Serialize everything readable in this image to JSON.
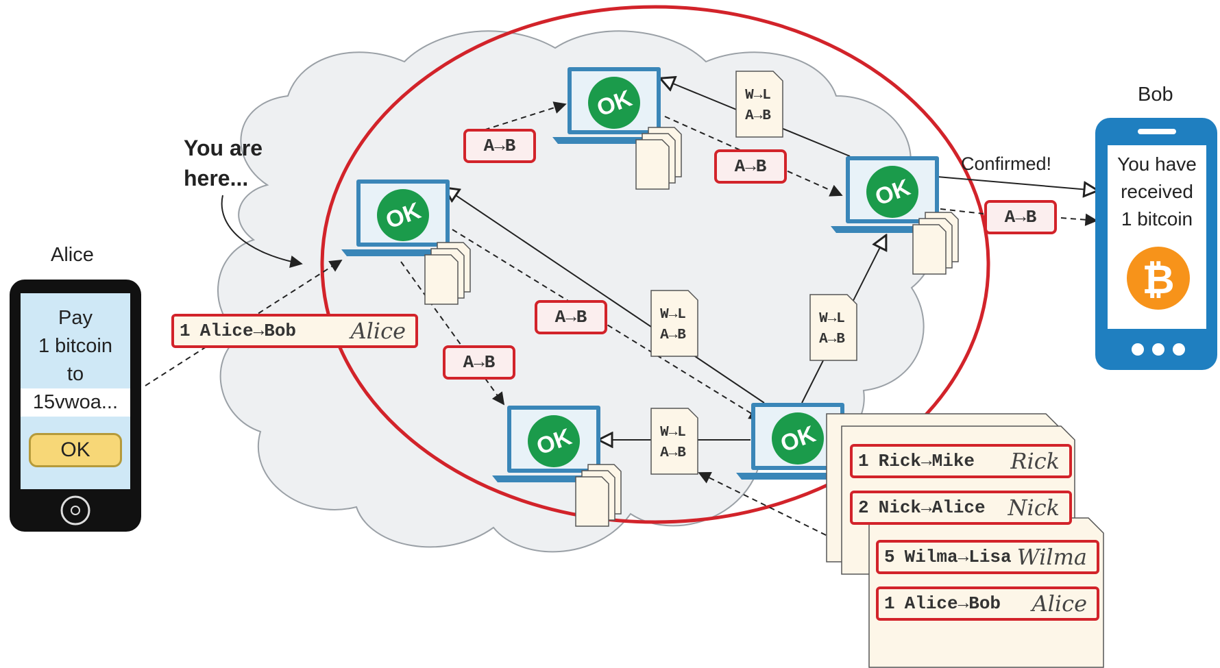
{
  "alice": {
    "name": "Alice",
    "screen_lines": [
      "Pay",
      "1 bitcoin",
      "to",
      "15vwoa..."
    ],
    "ok_button": "OK"
  },
  "bob": {
    "name": "Bob",
    "screen_lines": [
      "You have",
      "received",
      "1 bitcoin"
    ],
    "coin_symbol": "₿",
    "coin_color": "#f7931a"
  },
  "annotation": {
    "line1": "You are",
    "line2": "here..."
  },
  "sent_tx": {
    "number": "1",
    "pair": "Alice→Bob",
    "signature": "Alice"
  },
  "node_status": "OK",
  "msg_tag": "A→B",
  "doc_lines": [
    "W→L",
    "A→B"
  ],
  "confirmed_label": "Confirmed!",
  "ledger_back": [
    {
      "number": "1",
      "pair": "Rick→Mike",
      "signature": "Rick"
    },
    {
      "number": "2",
      "pair": "Nick→Alice",
      "signature": "Nick"
    }
  ],
  "ledger_front": [
    {
      "number": "5",
      "pair": "Wilma→Lisa",
      "signature": "Wilma"
    },
    {
      "number": "1",
      "pair": "Alice→Bob",
      "signature": "Alice"
    }
  ],
  "colors": {
    "accent_red": "#d2232a",
    "ok_green": "#1b9b4b",
    "laptop_blue": "#3a86b8",
    "phone_blue": "#1f7fc0",
    "screen_blue": "#cfe8f6",
    "paper": "#fdf6e8"
  }
}
